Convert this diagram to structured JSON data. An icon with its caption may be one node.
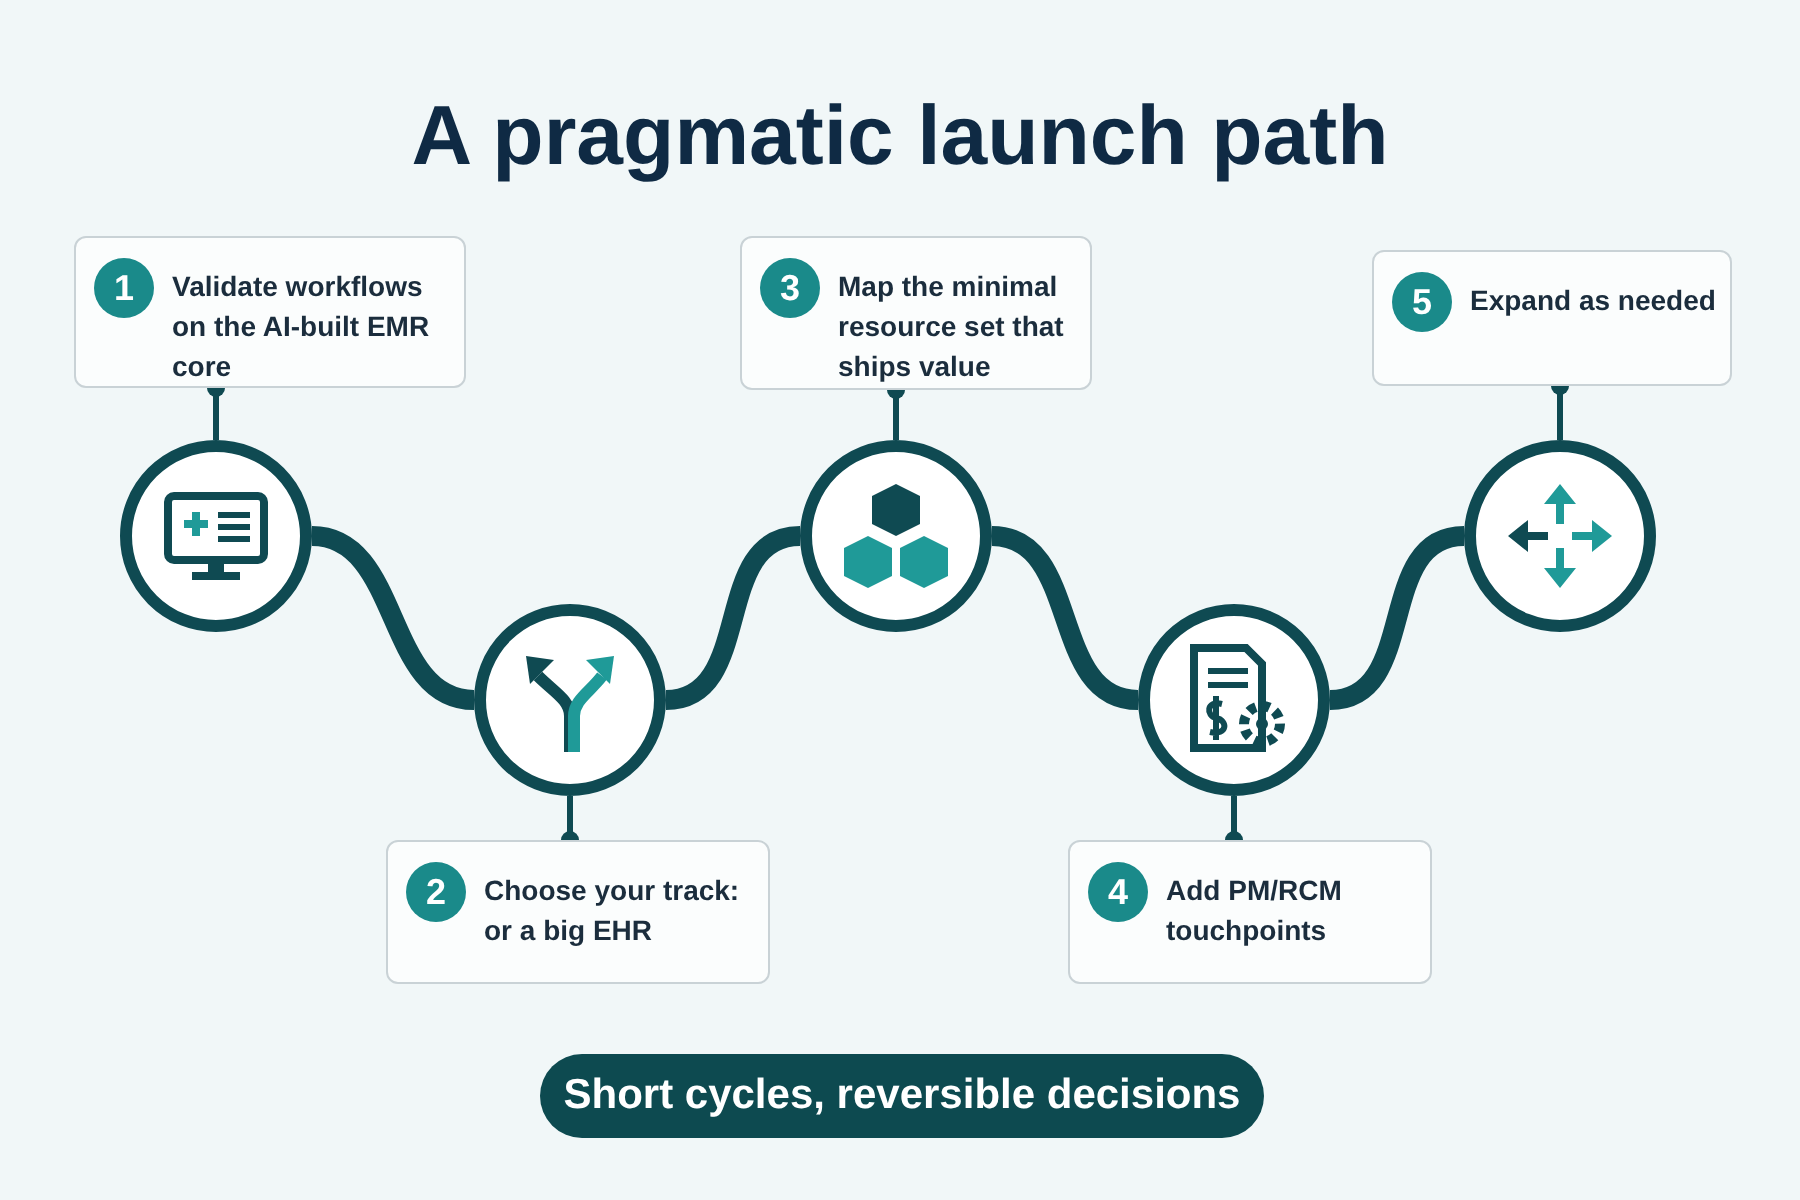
{
  "diagram": {
    "title": "A pragmatic launch path",
    "nodes": [
      {
        "text": [
          "Validate workflows on the AI-built EMR core"
        ]
      },
      {
        "text": [
          "1"
        ],
        "in": 0
      },
      {
        "text": [
          "Map the minimal resource set that ships value"
        ]
      },
      {
        "text": [
          "3"
        ],
        "in": 2
      },
      {
        "text": [
          "Expand as needed"
        ]
      },
      {
        "text": [
          "5"
        ],
        "in": 4
      },
      {
        "text": [],
        "shape": "circle"
      },
      {
        "text": [],
        "shape": "circle"
      },
      {
        "text": [],
        "shape": "circle"
      },
      {
        "text": [],
        "shape": "circle"
      },
      {
        "text": [],
        "shape": "circle"
      },
      {
        "text": [
          "Choose your track: or a big EHR"
        ]
      },
      {
        "text": [
          "2"
        ],
        "in": 11
      },
      {
        "text": [
          "Add PM/RCM touchpoints"
        ]
      },
      {
        "text": [
          "4"
        ],
        "in": 13
      },
      {
        "text": [
          "Short cycles, reversible decisions"
        ]
      }
    ],
    "edges": [
      {
        "from": 6,
        "to": 7,
        "arrow": "none",
        "style": "thick"
      },
      {
        "from": 7,
        "to": 8,
        "arrow": "none",
        "style": "thick"
      },
      {
        "from": 8,
        "to": 9,
        "arrow": "none",
        "style": "thick"
      },
      {
        "from": 9,
        "to": 10,
        "arrow": "none",
        "style": "thick"
      },
      {
        "from": 6,
        "to": 0,
        "arrow": "other"
      },
      {
        "from": 8,
        "to": 2,
        "arrow": "other"
      },
      {
        "from": 10,
        "to": 4,
        "arrow": "other"
      },
      {
        "from": 7,
        "to": 11,
        "arrow": "other"
      },
      {
        "from": 9,
        "to": 13,
        "arrow": "other"
      }
    ]
  }
}
